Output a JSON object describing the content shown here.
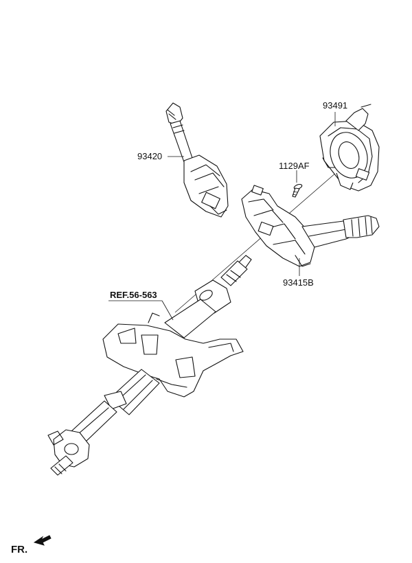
{
  "labels": {
    "p93491": "93491",
    "p93420": "93420",
    "p1129AF": "1129AF",
    "p93415B": "93415B",
    "ref": "REF.56-563",
    "fr": "FR."
  },
  "icons": {
    "front_direction": "arrow-icon"
  }
}
